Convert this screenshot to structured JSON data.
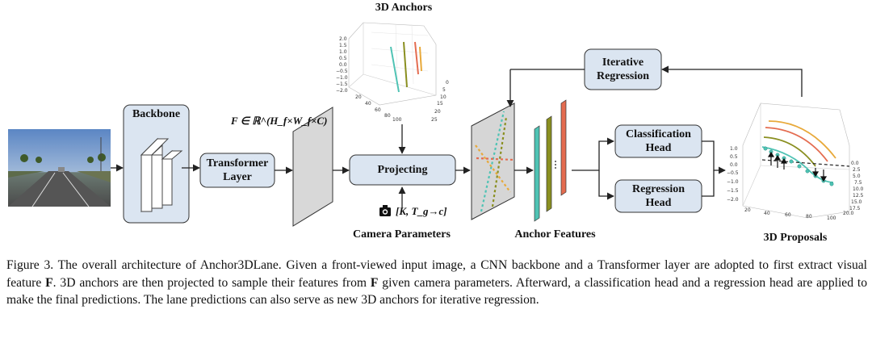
{
  "labels": {
    "backbone": "Backbone",
    "transformer": "Transformer\nLayer",
    "feature_map": "F ∈ ℝ^(H_f×W_f×C)",
    "anchors_title": "3D Anchors",
    "projecting": "Projecting",
    "camera_params_symbol": "[K, T_g→c]",
    "camera_params": "Camera Parameters",
    "anchor_features": "Anchor Features",
    "iterative": "Iterative\nRegression",
    "classification": "Classification\nHead",
    "regression": "Regression\nHead",
    "proposals": "3D Proposals"
  },
  "anchor_plot_ticks": {
    "z": [
      "2.0",
      "1.5",
      "1.0",
      "0.5",
      "0.0",
      "−0.5",
      "−1.0",
      "−1.5",
      "−2.0"
    ],
    "x": [
      "20",
      "40",
      "60",
      "80",
      "100"
    ],
    "y": [
      "0",
      "5",
      "10",
      "15",
      "20",
      "25"
    ]
  },
  "proposal_plot_ticks": {
    "z": [
      "1.0",
      "0.5",
      "0.0",
      "−0.5",
      "−1.0",
      "−1.5",
      "−2.0"
    ],
    "x": [
      "20",
      "40",
      "60",
      "80",
      "100"
    ],
    "y": [
      "0.0",
      "2.5",
      "5.0",
      "7.5",
      "10.0",
      "12.5",
      "15.0",
      "17.5",
      "20.0"
    ]
  },
  "caption": {
    "p1": "Figure 3.  The overall architecture of Anchor3DLane.  Given a front-viewed input image, a CNN backbone and a Transformer layer are adopted to first extract visual feature ",
    "b1": "F",
    "p2": ".  3D anchors are then projected to sample their features from ",
    "b2": "F",
    "p3": " given camera parameters. Afterward, a classification head and a regression head are applied to make the final predictions. The lane predictions can also serve as new 3D anchors for iterative regression."
  }
}
